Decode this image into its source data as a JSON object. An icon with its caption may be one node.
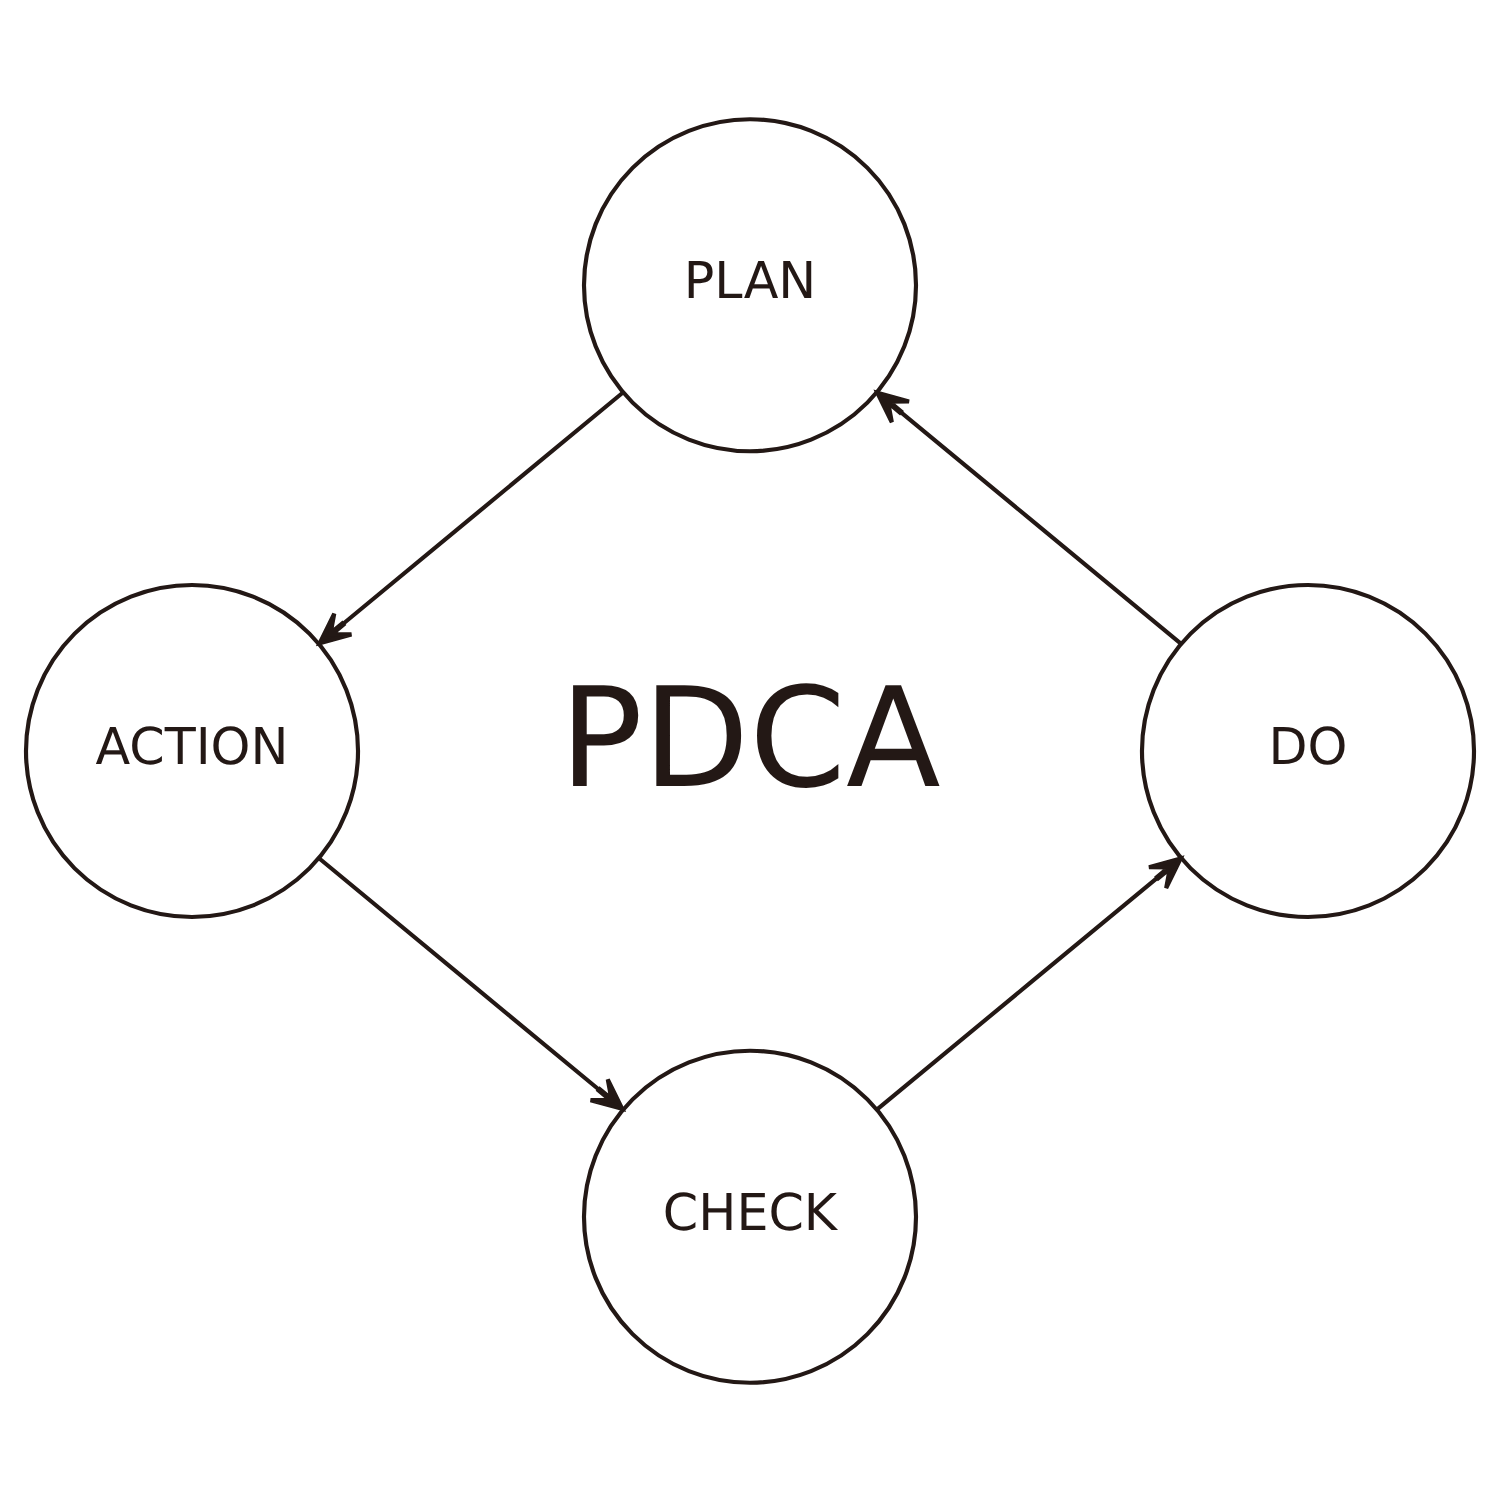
{
  "diagram": {
    "nodes": [
      {
        "text": [
          "PLAN"
        ]
      },
      {
        "text": [
          "ACTION"
        ]
      },
      {
        "text": [
          "DO"
        ]
      },
      {
        "text": [
          "CHECK"
        ]
      }
    ],
    "edges": [
      {
        "from": 0,
        "to": 1,
        "arrow": "to"
      },
      {
        "from": 1,
        "to": 3,
        "arrow": "to"
      },
      {
        "from": 3,
        "to": 2,
        "arrow": "to"
      },
      {
        "from": 2,
        "to": 0,
        "arrow": "to"
      }
    ],
    "labels": [
      "PDCA"
    ]
  }
}
